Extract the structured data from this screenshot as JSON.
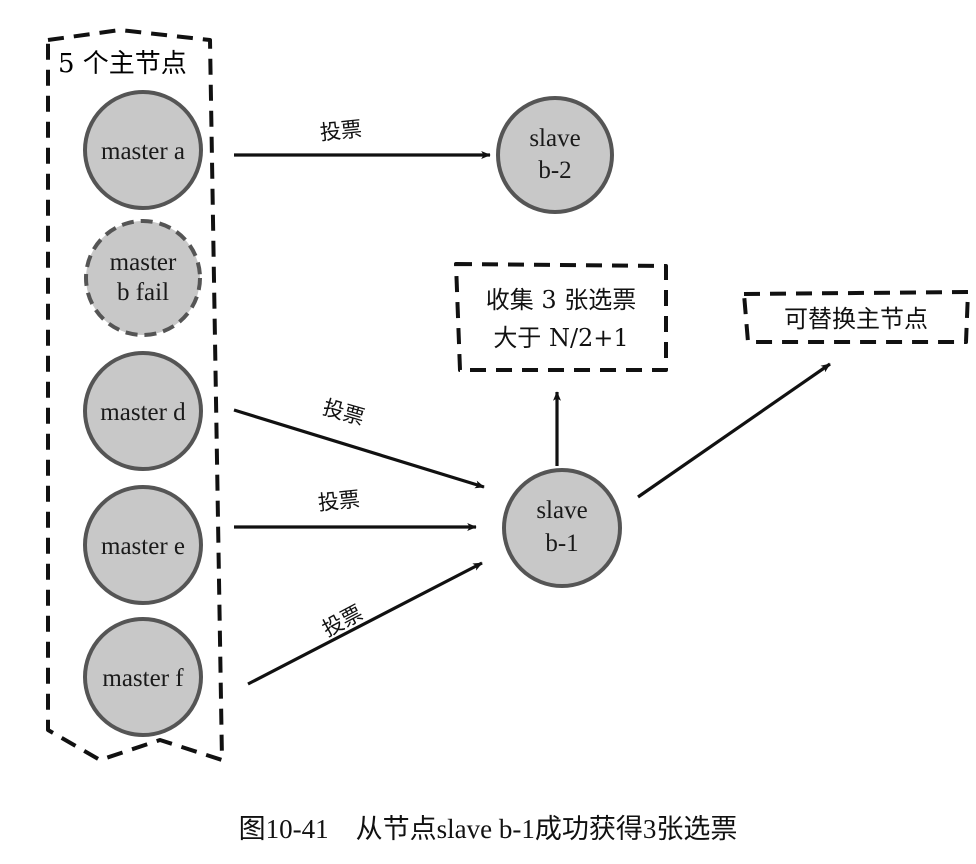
{
  "group": {
    "title": "5 个主节点"
  },
  "nodes": [
    {
      "id": "master-a",
      "lines": [
        "master a"
      ]
    },
    {
      "id": "master-b-fail",
      "lines": [
        "master",
        "b fail"
      ]
    },
    {
      "id": "master-d",
      "lines": [
        "master d"
      ]
    },
    {
      "id": "master-e",
      "lines": [
        "master e"
      ]
    },
    {
      "id": "master-f",
      "lines": [
        "master f"
      ]
    },
    {
      "id": "slave-b-2",
      "lines": [
        "slave",
        "b-2"
      ]
    },
    {
      "id": "slave-b-1",
      "lines": [
        "slave",
        "b-1"
      ]
    }
  ],
  "edges": {
    "vote_label": "投票"
  },
  "collect_box": {
    "line1": "收集 3 张选票",
    "line2": "大于 N/2+1"
  },
  "replace_box": {
    "text": "可替换主节点"
  },
  "caption": "图10-41　从节点slave b-1成功获得3张选票"
}
